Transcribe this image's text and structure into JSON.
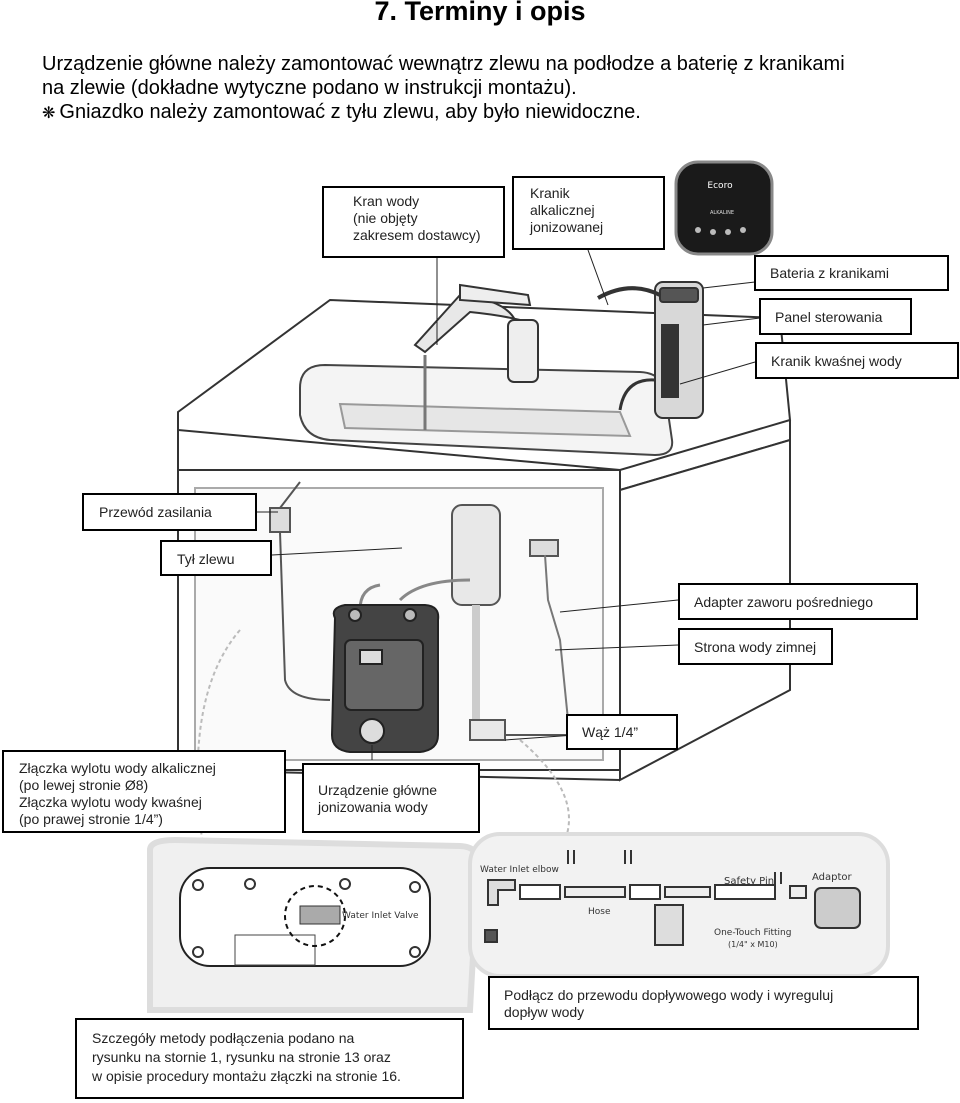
{
  "heading": "7. Terminy i opis",
  "intro": {
    "line1": "Urządzenie główne należy zamontować wewnątrz zlewu na podłodze a baterię z kranikami",
    "line2": "na zlewie (dokładne wytyczne podano w instrukcji montażu).",
    "line3_icon": "snowflake-bullet-icon",
    "line3": "Gniazdko należy zamontować z tyłu zlewu, aby było niewidoczne."
  },
  "labels": {
    "kran_wody": [
      "Kran wody",
      "(nie objęty",
      "zakresem dostawcy)"
    ],
    "kranik_alkalicznej": [
      "Kranik",
      "alkalicznej",
      "jonizowanej"
    ],
    "bateria": "Bateria z kranikami",
    "panel": "Panel sterowania",
    "kranik_kwasnej": "Kranik kwaśnej wody",
    "przewod": "Przewód zasilania",
    "tyl": "Tył zlewu",
    "adapter": "Adapter zaworu pośredniego",
    "strona": "Strona wody zimnej",
    "waz": "Wąż 1/4”",
    "zlaczka": [
      "Złączka  wylotu wody alkalicznej",
      "(po lewej stronie Ø8)",
      "Złączka  wylotu wody kwaśnej",
      "(po prawej stronie 1/4”)"
    ],
    "urzadzenie": [
      "Urządzenie główne",
      "jonizowania wody"
    ],
    "podlacz": [
      "Podłącz do przewodu dopływowego wody i wyreguluj",
      "dopływ wody"
    ],
    "szczegoly": [
      "Szczegóły metody podłączenia podano na",
      "rysunku na stornie 1, rysunku na stronie 13 oraz",
      "w opisie procedury montażu złączki na stronie 16."
    ]
  },
  "diagram_labels": {
    "water_inlet_elbow": "Water Inlet elbow",
    "safety_pin": "Safety Pin",
    "adaptor": "Adaptor",
    "hose": "Hose",
    "one_touch": "One-Touch Fitting",
    "one_touch_size": "(1/4\" x M10)",
    "water_inlet_valve": "Water Inlet Valve",
    "panel_brand": "Ecoro",
    "panel_mode": "ALKALINE"
  }
}
